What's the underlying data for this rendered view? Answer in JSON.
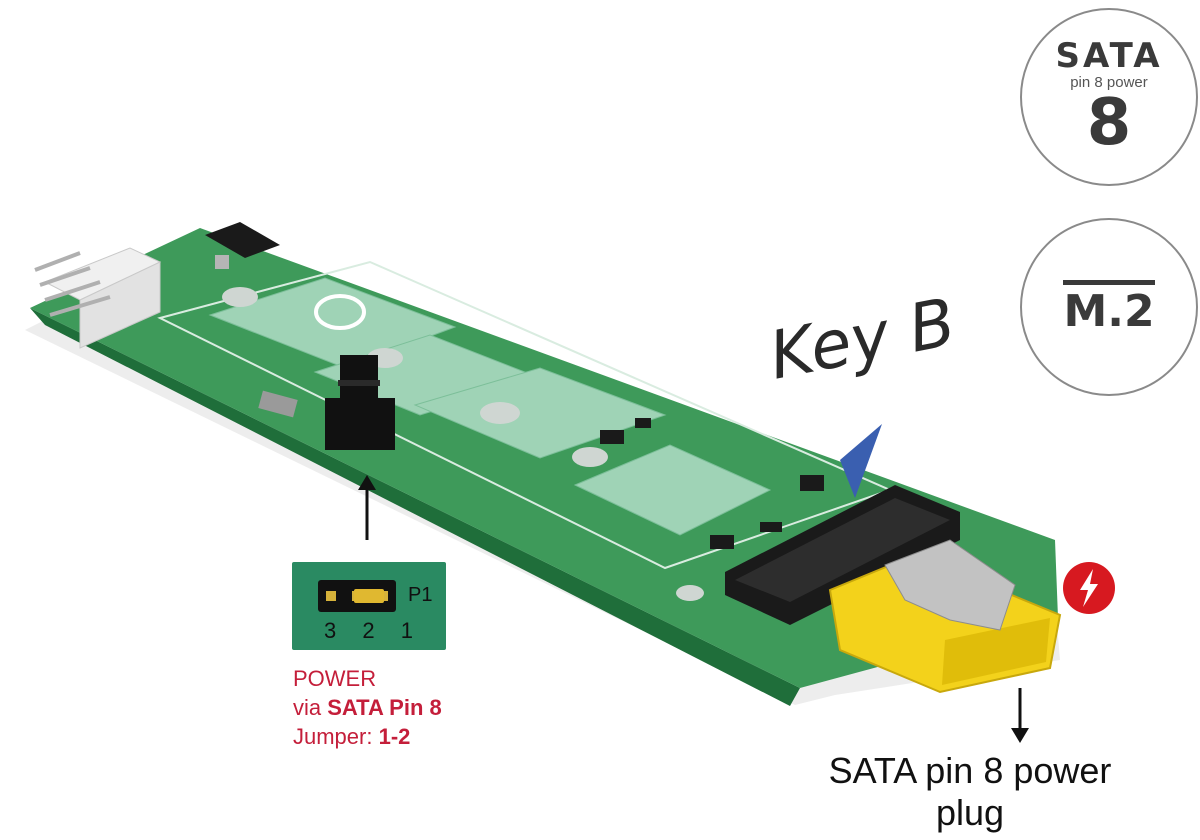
{
  "badges": {
    "sata": {
      "title": "SATA",
      "subtitle": "pin 8 power",
      "number": "8"
    },
    "m2": {
      "label": "M.2"
    }
  },
  "key_label": "Key B",
  "jumper_inset": {
    "pin_label": "P1",
    "numbers": "3 2 1"
  },
  "power_note": {
    "line1": "POWER",
    "line2_prefix": "via ",
    "line2_bold": "SATA Pin 8",
    "line3_prefix": "Jumper: ",
    "line3_bold": "1-2"
  },
  "plug_caption": {
    "line1": "SATA pin 8 power",
    "line2": "plug"
  },
  "colors": {
    "pcb_green": "#3e9a5a",
    "pcb_edge": "#1f6e3a",
    "chip_pad": "#9fd3b6",
    "slot_black": "#1a1a1a",
    "plug_yellow": "#f3d21b",
    "key_marker": "#3a5fb0",
    "alert_red": "#d71920",
    "note_red": "#c41e3a"
  },
  "icons": {
    "lightning": "lightning-bolt-icon",
    "arrow": "arrow-icon",
    "key_marker": "triangle-marker-icon"
  }
}
